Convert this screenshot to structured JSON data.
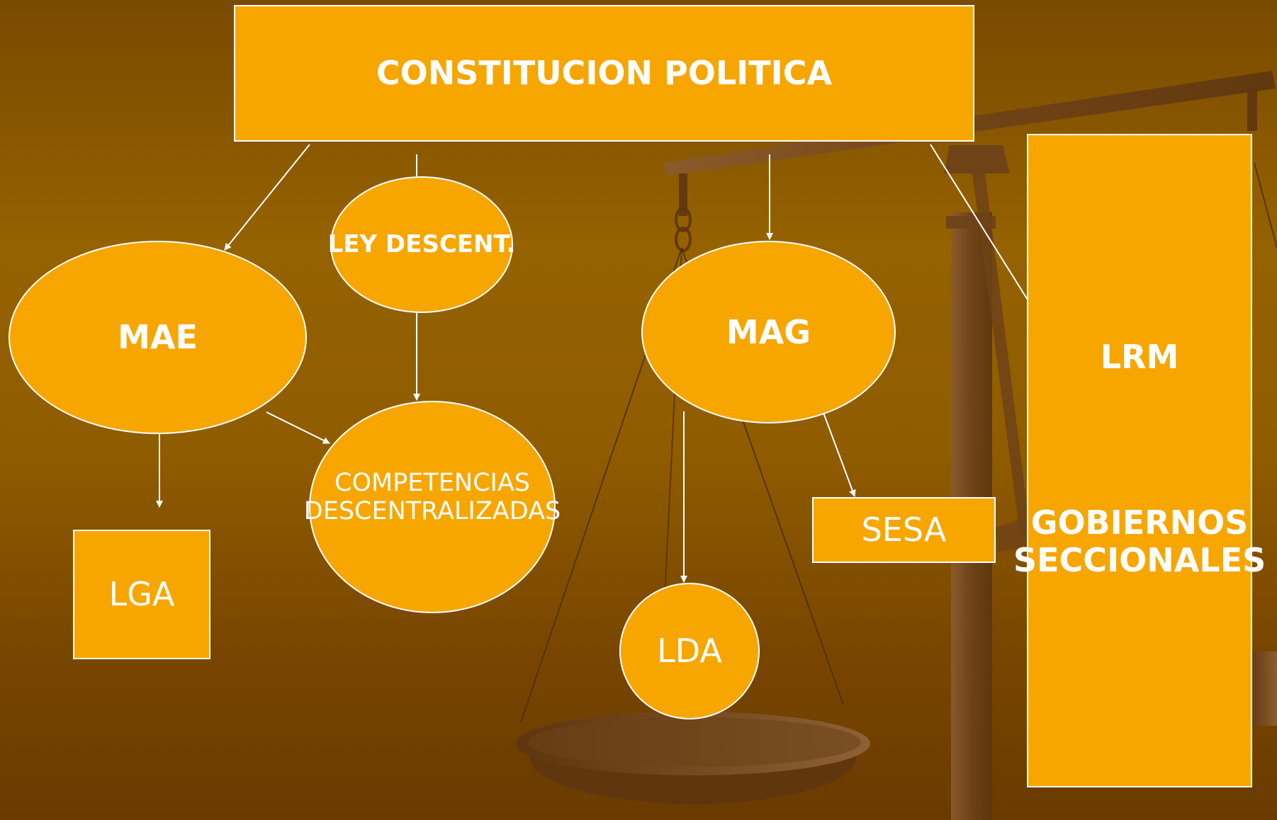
{
  "diagram": {
    "colors": {
      "node_fill": "#f7a600",
      "node_border": "#ffffff",
      "text": "#ffffff",
      "arrow": "#ffffff",
      "background_top": "#7a4a00",
      "background_bottom": "#6a3a00"
    },
    "background_icon": "scales-of-justice-icon",
    "nodes": {
      "constitucion": "CONSTITUCION POLITICA",
      "ley_descent": "LEY DESCENT.",
      "mae": "MAE",
      "mag": "MAG",
      "lrm": "LRM",
      "gobiernos": "GOBIERNOS\nSECCIONALES",
      "competencias": "COMPETENCIAS\nDESCENTRALIZADAS",
      "lga": "LGA",
      "sesa": "SESA",
      "lda": "LDA"
    },
    "edges": [
      {
        "from": "CONSTITUCION POLITICA",
        "to": "MAE"
      },
      {
        "from": "CONSTITUCION POLITICA",
        "to": "LEY DESCENT."
      },
      {
        "from": "CONSTITUCION POLITICA",
        "to": "MAG"
      },
      {
        "from": "CONSTITUCION POLITICA",
        "to": "LRM"
      },
      {
        "from": "LEY DESCENT.",
        "to": "COMPETENCIAS DESCENTRALIZADAS"
      },
      {
        "from": "MAE",
        "to": "COMPETENCIAS DESCENTRALIZADAS"
      },
      {
        "from": "MAE",
        "to": "LGA"
      },
      {
        "from": "MAG",
        "to": "SESA"
      },
      {
        "from": "MAG",
        "to": "LDA"
      }
    ]
  }
}
